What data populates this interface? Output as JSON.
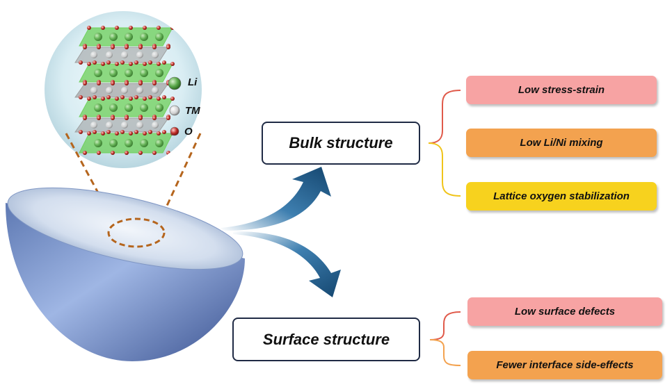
{
  "legend": {
    "items": [
      {
        "label": "Li",
        "color": "#5aa84a"
      },
      {
        "label": "TM",
        "color": "#cfcfcf"
      },
      {
        "label": "O",
        "color": "#c0302a"
      }
    ]
  },
  "categories": [
    {
      "label": "Bulk structure",
      "properties": [
        {
          "label": "Low stress-strain",
          "color": "#f7a3a3"
        },
        {
          "label": "Low Li/Ni mixing",
          "color": "#f3a24f"
        },
        {
          "label": "Lattice oxygen stabilization",
          "color": "#f7d21e"
        }
      ]
    },
    {
      "label": "Surface structure",
      "properties": [
        {
          "label": "Low surface defects",
          "color": "#f7a3a3"
        },
        {
          "label": "Fewer interface side-effects",
          "color": "#f3a24f"
        }
      ]
    }
  ],
  "colors": {
    "hemisphere": "#8ea6d6",
    "arrow": "#1f5a85",
    "box_border": "#1f2a44",
    "zoom_dash": "#b5651d",
    "slab_green": "#6ccf58",
    "slab_gray": "#9a9a9a"
  }
}
